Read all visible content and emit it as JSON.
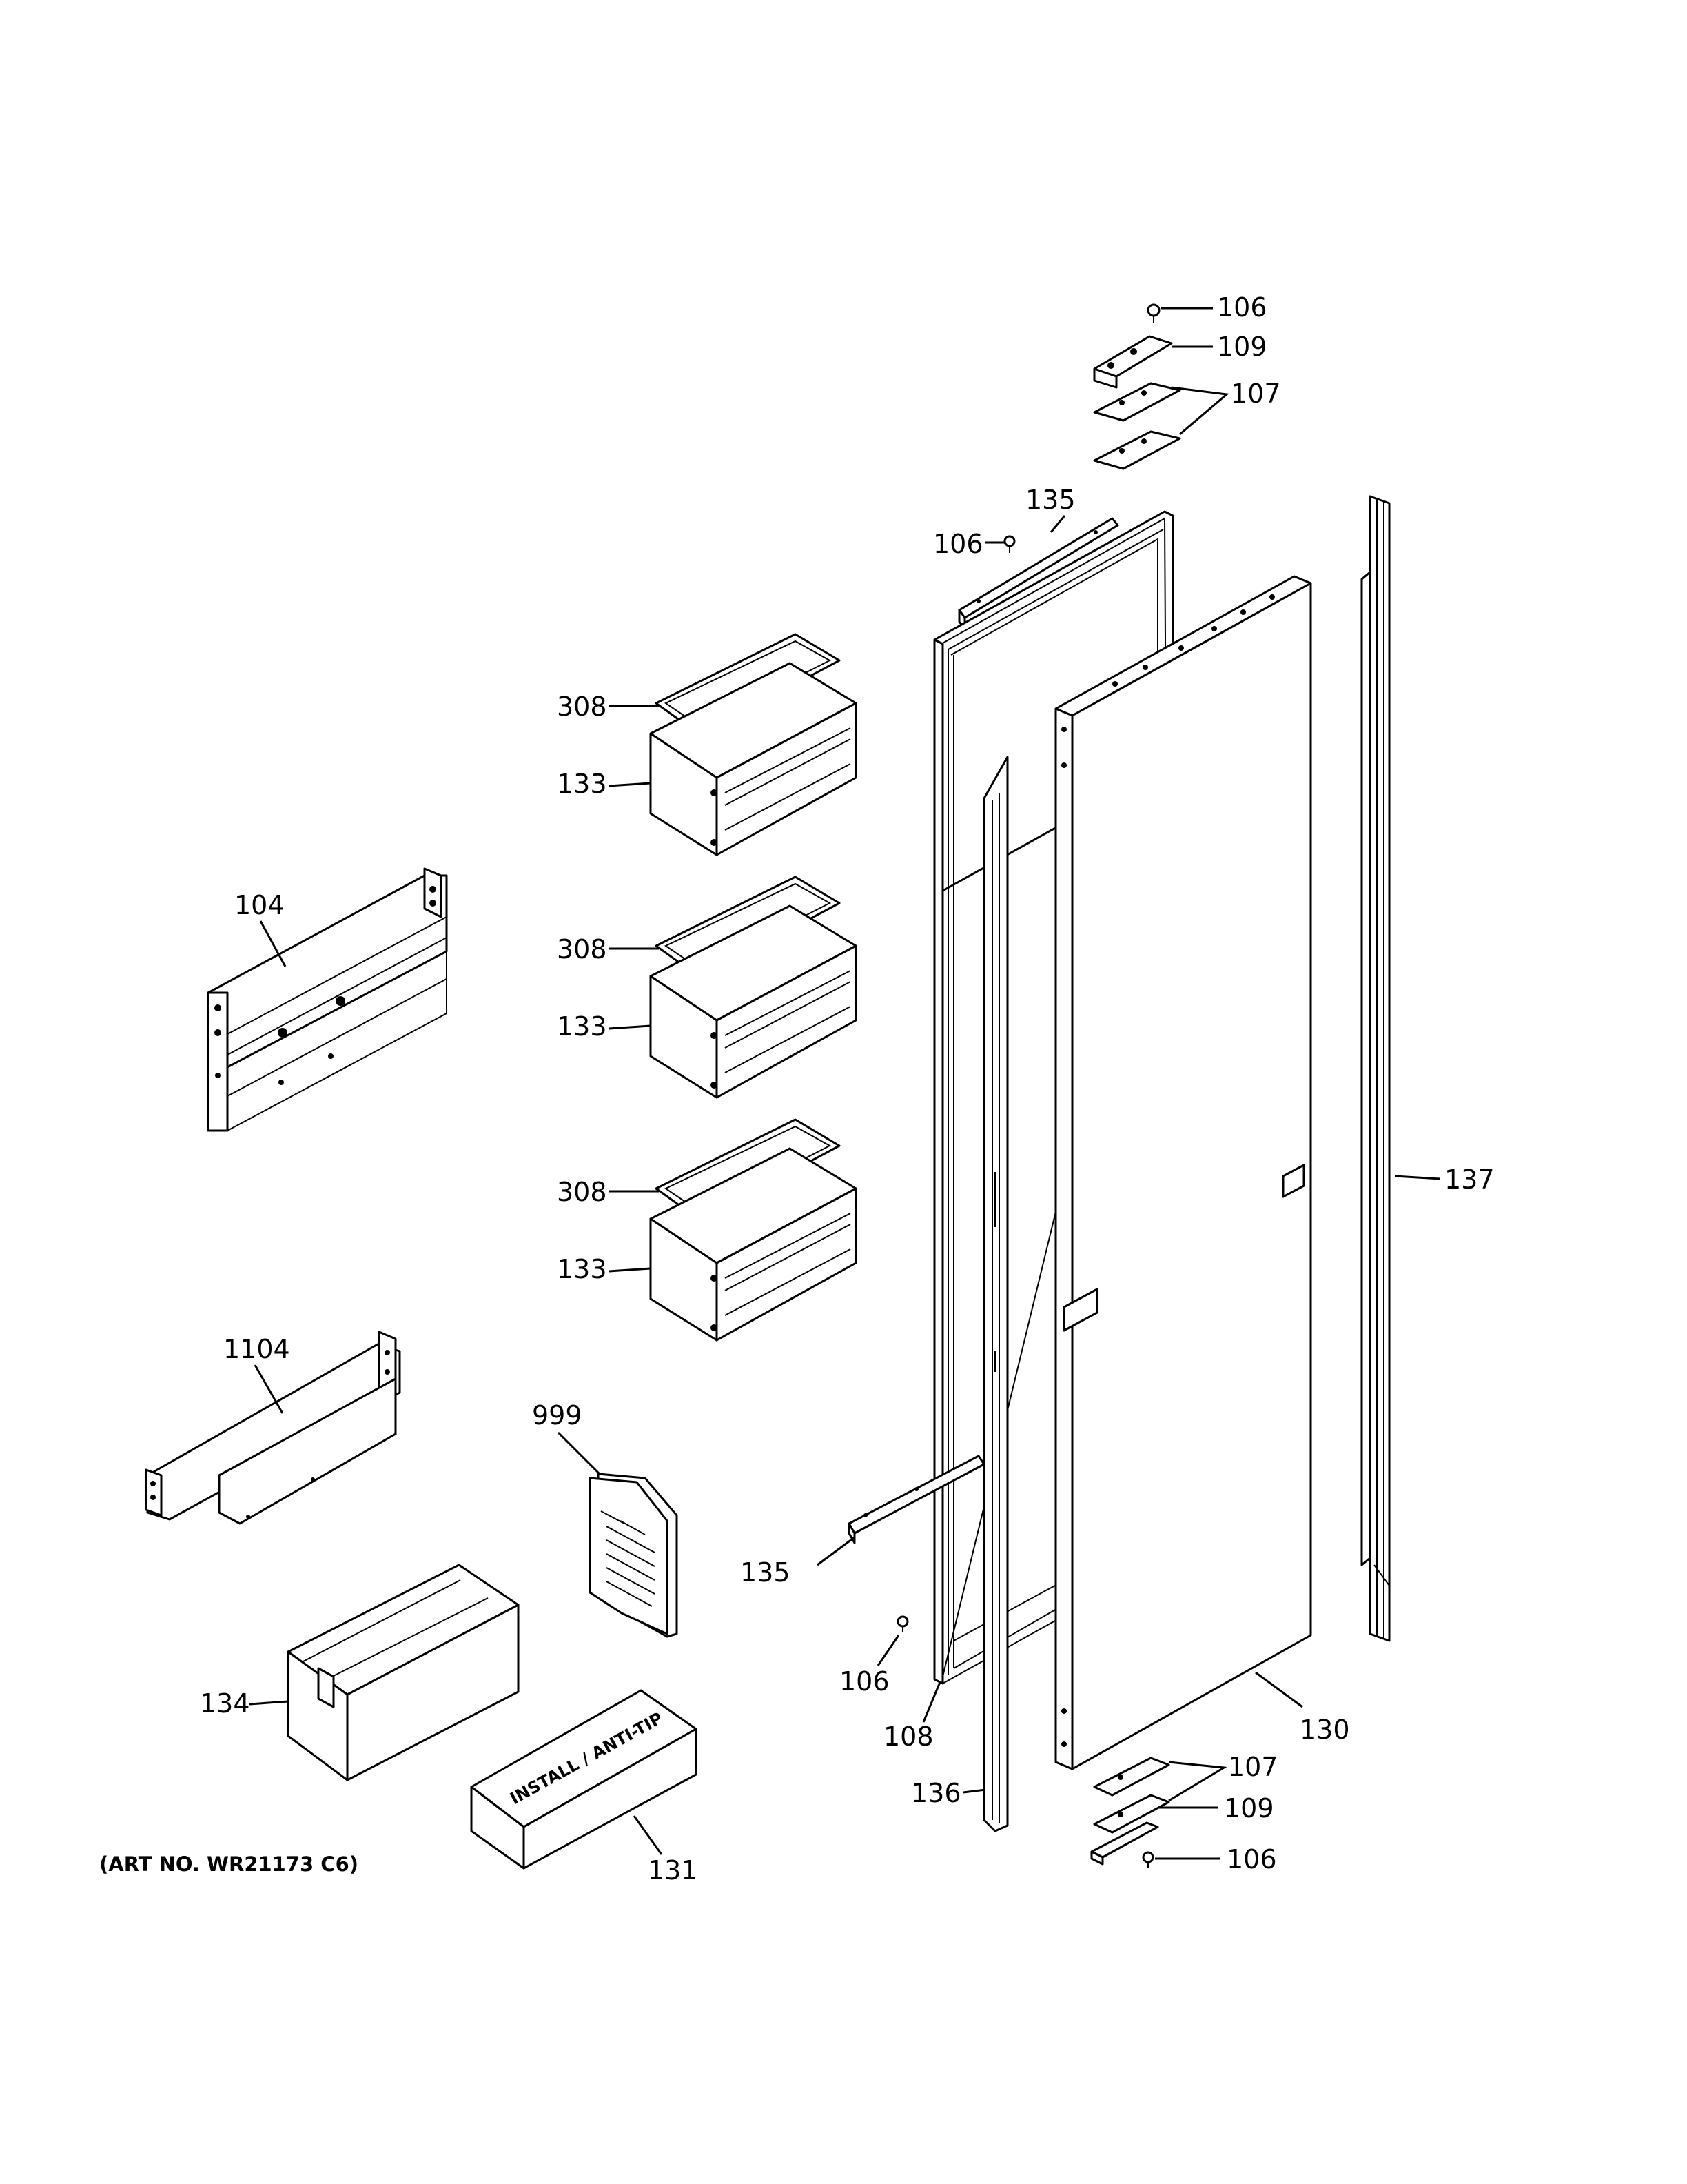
{
  "art_number": "(ART NO. WR21173 C6)",
  "box_131_print": "INSTALL / ANTI-TIP",
  "callouts": {
    "c106_top": "106",
    "c109_top": "109",
    "c107_top": "107",
    "c135_top": "135",
    "c106_mid": "106",
    "c308_a": "308",
    "c133_a": "133",
    "c308_b": "308",
    "c133_b": "133",
    "c308_c": "308",
    "c133_c": "133",
    "c104": "104",
    "c1104": "1104",
    "c999": "999",
    "c137": "137",
    "c135_bot": "135",
    "c106_low": "106",
    "c108": "108",
    "c130": "130",
    "c134": "134",
    "c136": "136",
    "c107_bot": "107",
    "c109_bot": "109",
    "c106_bot": "106",
    "c131": "131"
  }
}
